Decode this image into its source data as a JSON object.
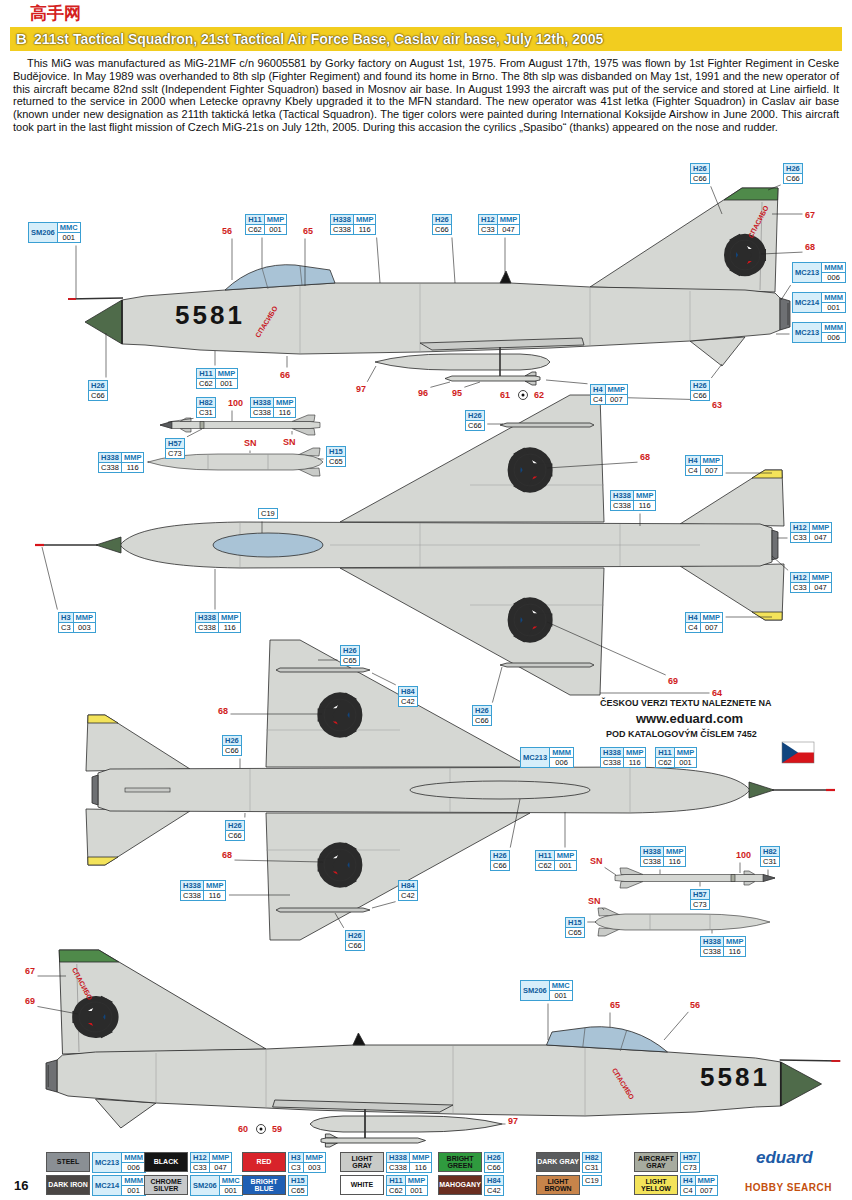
{
  "diagram": {
    "title": "211st Tactical Squadron, 21st Tactical Air Force Base, Caslav air base, July 12th, 2005",
    "caption": "This MiG was manufactured as MiG-21MF c/n 96005581 by Gorky factory on August 1st, 1975. From August 17th, 1975 was flown by 1st Fighter Regiment in Ceske Budějovice. In May 1989 was overhanded to 8th slp (Fighter Regiment) and found its home in Brno. The 8th slp was disbanded on May 1st, 1991 and the new operator of this aircraft became 82nd sslt (Independent Fighter Squadron) based in Mosnov air base. In August 1993 the aircraft was put of the service and stored at Line airfield. It returned to the service in 2000 when Letecke opravny Kbely upgraded it to the MFN standard. The new operator was 41st letka (Fighter Squadron) in Caslav air base (known under new designation as 211th taktická letka (Tactical Squadron). The tiger colors were painted during International Koksijde Airshow in June 2000. This aircraft took part in the last flight mission of Czech MiG-21s on July 12th, 2005. During this accasion the cyrilics „Spasibo“ (thanks) appeared on the nose and rudder.",
    "nodes": [
      {
        "text": [
          "H26",
          "C66"
        ]
      },
      {
        "text": [
          "H26",
          "C66"
        ]
      },
      {
        "text": [
          "SM206",
          "MMC",
          "001"
        ]
      },
      {
        "text": [
          "H11",
          "MMP",
          "C62",
          "001"
        ]
      },
      {
        "text": [
          "H338",
          "MMP",
          "C338",
          "116"
        ]
      },
      {
        "text": [
          "H26",
          "C66"
        ]
      },
      {
        "text": [
          "H12",
          "MMP",
          "C33",
          "047"
        ]
      },
      {
        "text": [
          "MC213",
          "MMM",
          "006"
        ]
      },
      {
        "text": [
          "MC214",
          "MMM",
          "001"
        ]
      },
      {
        "text": [
          "MC213",
          "MMM",
          "006"
        ]
      },
      {
        "text": [
          "H26",
          "C66"
        ]
      },
      {
        "text": [
          "H11",
          "MMP",
          "C62",
          "001"
        ]
      },
      {
        "text": [
          "H4",
          "MMP",
          "C4",
          "007"
        ]
      },
      {
        "text": [
          "H26",
          "C66"
        ]
      },
      {
        "text": [
          "H82",
          "C31"
        ]
      },
      {
        "text": [
          "H338",
          "MMP",
          "C338",
          "116"
        ]
      },
      {
        "text": [
          "H57",
          "C73"
        ]
      },
      {
        "text": [
          "H338",
          "MMP",
          "C338",
          "116"
        ]
      },
      {
        "text": [
          "H15",
          "C65"
        ]
      },
      {
        "text": [
          "H26",
          "C66"
        ]
      },
      {
        "text": [
          "H4",
          "MMP",
          "C4",
          "007"
        ]
      },
      {
        "text": [
          "C19"
        ]
      },
      {
        "text": [
          "H338",
          "MMP",
          "C338",
          "116"
        ]
      },
      {
        "text": [
          "H12",
          "MMP",
          "C33",
          "047"
        ]
      },
      {
        "text": [
          "H12",
          "MMP",
          "C33",
          "047"
        ]
      },
      {
        "text": [
          "H3",
          "MMP",
          "C3",
          "003"
        ]
      },
      {
        "text": [
          "H338",
          "MMP",
          "C338",
          "116"
        ]
      },
      {
        "text": [
          "H4",
          "MMP",
          "C4",
          "007"
        ]
      },
      {
        "text": [
          "H26",
          "C65"
        ]
      },
      {
        "text": [
          "H84",
          "C42"
        ]
      },
      {
        "text": [
          "H26",
          "C66"
        ]
      },
      {
        "text": [
          "H26",
          "C66"
        ]
      },
      {
        "text": [
          "MC213",
          "MMM",
          "006"
        ]
      },
      {
        "text": [
          "H338",
          "MMP",
          "C338",
          "116"
        ]
      },
      {
        "text": [
          "H11",
          "MMP",
          "C62",
          "001"
        ]
      },
      {
        "text": [
          "H84",
          "C42"
        ]
      },
      {
        "text": [
          "H26",
          "C66"
        ]
      },
      {
        "text": [
          "H338",
          "MMP",
          "C338",
          "116"
        ]
      },
      {
        "text": [
          "H26",
          "C66"
        ]
      },
      {
        "text": [
          "H11",
          "MMP",
          "C62",
          "001"
        ]
      },
      {
        "text": [
          "H338",
          "MMP",
          "C338",
          "116"
        ]
      },
      {
        "text": [
          "H82",
          "C31"
        ]
      },
      {
        "text": [
          "H57",
          "C73"
        ]
      },
      {
        "text": [
          "H15",
          "C65"
        ]
      },
      {
        "text": [
          "H26",
          "C66"
        ]
      },
      {
        "text": [
          "H338",
          "MMP",
          "C338",
          "116"
        ]
      },
      {
        "text": [
          "SM206",
          "MMC",
          "001"
        ]
      },
      {
        "text": [
          "MC213",
          "MMM",
          "006"
        ]
      },
      {
        "text": [
          "H12",
          "MMP",
          "C33",
          "047"
        ]
      },
      {
        "text": [
          "H3",
          "MMP",
          "C3",
          "003"
        ]
      },
      {
        "text": [
          "H338",
          "MMP",
          "C338",
          "116"
        ]
      },
      {
        "text": [
          "H26",
          "C66"
        ]
      },
      {
        "text": [
          "H82",
          "C31"
        ]
      },
      {
        "text": [
          "H57",
          "C73"
        ]
      },
      {
        "text": [
          "MC214",
          "MMM",
          "001"
        ]
      },
      {
        "text": [
          "SM206",
          "MMC",
          "001"
        ]
      },
      {
        "text": [
          "H15",
          "C65"
        ]
      },
      {
        "text": [
          "H11",
          "MMP",
          "C62",
          "001"
        ]
      },
      {
        "text": [
          "H84",
          "C42"
        ]
      },
      {
        "text": [
          "C19"
        ]
      },
      {
        "text": [
          "H4",
          "MMP",
          "C4",
          "007"
        ]
      }
    ],
    "labels": [
      "B",
      "高手网",
      "56",
      "65",
      "67",
      "68",
      "5581",
      "СПАСИБО",
      "СПАСИБО",
      "66",
      "97",
      "96",
      "95",
      "61",
      "62",
      "100",
      "SN",
      "SN",
      "63",
      "68",
      "69",
      "64",
      "ČESKOU VERZI TEXTU NALEZNETE NA",
      "www.eduard.com",
      "POD KATALOGOVÝM ČÍSLEM 7452",
      "68",
      "68",
      "SN",
      "100",
      "SN",
      "67",
      "69",
      "65",
      "56",
      "5581",
      "СПАСИБО",
      "СПАСИБО",
      "60",
      "59",
      "97",
      "16",
      "eduard",
      "HOBBY SEARCH"
    ],
    "legend": [
      {
        "text": "STEEL",
        "color": "#8a8f94"
      },
      {
        "text": "BLACK",
        "color": "#151515"
      },
      {
        "text": "RED",
        "color": "#d8232a"
      },
      {
        "text": "LIGHT GRAY",
        "color": "#c9cbc8"
      },
      {
        "text": "BRIGHT GREEN",
        "color": "#2f9a3e"
      },
      {
        "text": "DARK GRAY",
        "color": "#5a5c5e"
      },
      {
        "text": "AIRCRAFT GRAY",
        "color": "#a7ab9f"
      },
      {
        "text": "DARK IRON",
        "color": "#4a4644"
      },
      {
        "text": "CHROME SILVER",
        "color": "#c6c8ca"
      },
      {
        "text": "BRIGHT BLUE",
        "color": "#1f5fb4"
      },
      {
        "text": "WHITE",
        "color": "#ffffff"
      },
      {
        "text": "MAHOGANY",
        "color": "#6a2e20"
      },
      {
        "text": "LIGHT BROWN",
        "color": "#c8844a"
      },
      {
        "text": "LIGHT YELLOW",
        "color": "#f3e35a"
      }
    ]
  }
}
